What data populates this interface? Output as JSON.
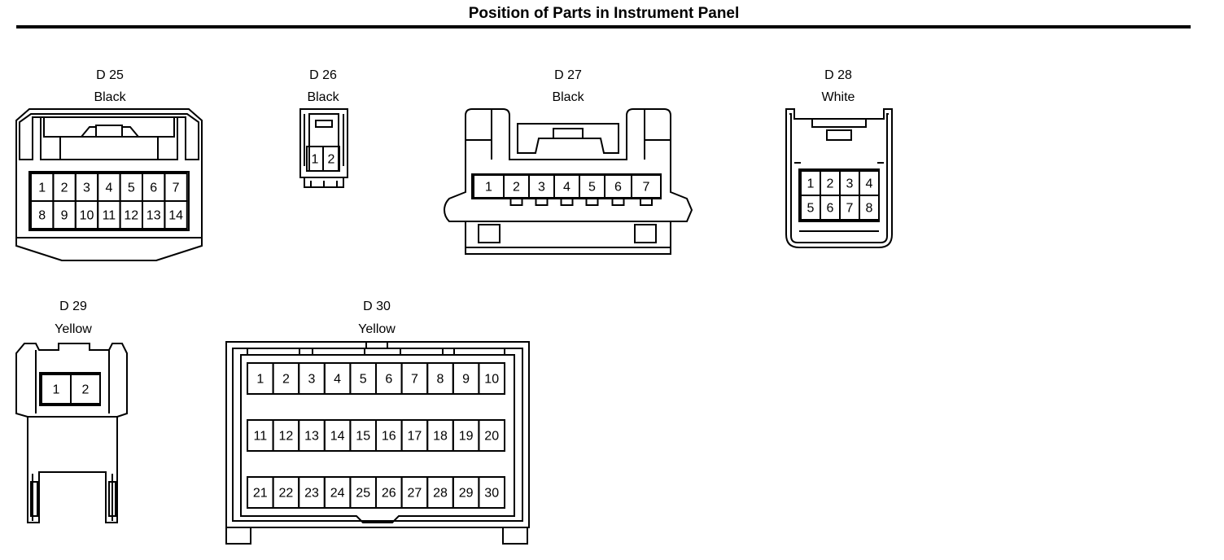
{
  "title": "Position of Parts in Instrument Panel",
  "connectors": [
    {
      "id": "D 25",
      "color": "Black",
      "pins": [
        "1",
        "2",
        "3",
        "4",
        "5",
        "6",
        "7",
        "8",
        "9",
        "10",
        "11",
        "12",
        "13",
        "14"
      ]
    },
    {
      "id": "D 26",
      "color": "Black",
      "pins": [
        "1",
        "2"
      ]
    },
    {
      "id": "D 27",
      "color": "Black",
      "pins": [
        "1",
        "2",
        "3",
        "4",
        "5",
        "6",
        "7"
      ]
    },
    {
      "id": "D 28",
      "color": "White",
      "pins": [
        "1",
        "2",
        "3",
        "4",
        "5",
        "6",
        "7",
        "8"
      ]
    },
    {
      "id": "D 29",
      "color": "Yellow",
      "pins": [
        "1",
        "2"
      ]
    },
    {
      "id": "D 30",
      "color": "Yellow",
      "pins": [
        "1",
        "2",
        "3",
        "4",
        "5",
        "6",
        "7",
        "8",
        "9",
        "10",
        "11",
        "12",
        "13",
        "14",
        "15",
        "16",
        "17",
        "18",
        "19",
        "20",
        "21",
        "22",
        "23",
        "24",
        "25",
        "26",
        "27",
        "28",
        "29",
        "30"
      ]
    }
  ]
}
